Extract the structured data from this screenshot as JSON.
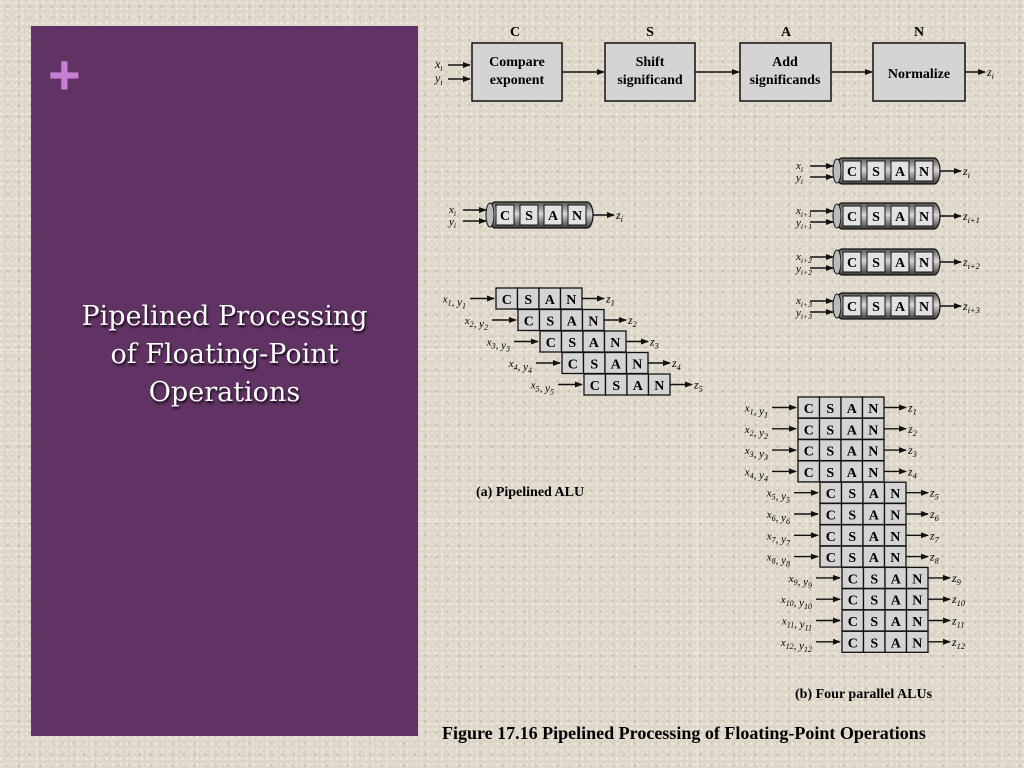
{
  "slide": {
    "plus_symbol": "+",
    "title": "Pipelined Processing\nof Floating-Point\nOperations"
  },
  "figure": {
    "stage_letters": [
      "C",
      "S",
      "A",
      "N"
    ],
    "stages": [
      {
        "line1": "Compare",
        "line2": "exponent"
      },
      {
        "line1": "Shift",
        "line2": "significand"
      },
      {
        "line1": "Add",
        "line2": "significands"
      },
      {
        "line1": "Normalize",
        "line2": ""
      }
    ],
    "top_inputs": [
      "x",
      "y"
    ],
    "top_output": "z",
    "index_i": "i",
    "pipelined_label": "(a) Pipelined ALU",
    "parallel_label": "(b) Four parallel ALUs",
    "caption": "Figure 17.16  Pipelined Processing of Floating-Point Operations",
    "parallel_subscripts": [
      "i",
      "i+1",
      "i+2",
      "i+3"
    ]
  }
}
